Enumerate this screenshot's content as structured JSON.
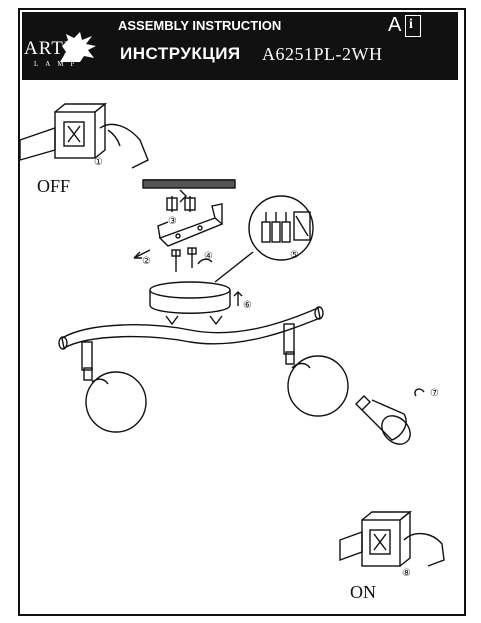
{
  "header": {
    "brand": "ARTE",
    "brand_sub": "LAMP",
    "title_en": "ASSEMBLY INSTRUCTION",
    "title_ru": "ИНСТРУКЦИЯ",
    "model": "A6251PL-2WH",
    "lang": "A",
    "info_letter": "i"
  },
  "steps": {
    "s1": "①",
    "s2": "②",
    "s3": "③",
    "s4": "④",
    "s5": "⑤",
    "s6": "⑥",
    "s7": "⑦",
    "s8": "⑧"
  },
  "labels": {
    "off": "OFF",
    "on": "ON"
  }
}
